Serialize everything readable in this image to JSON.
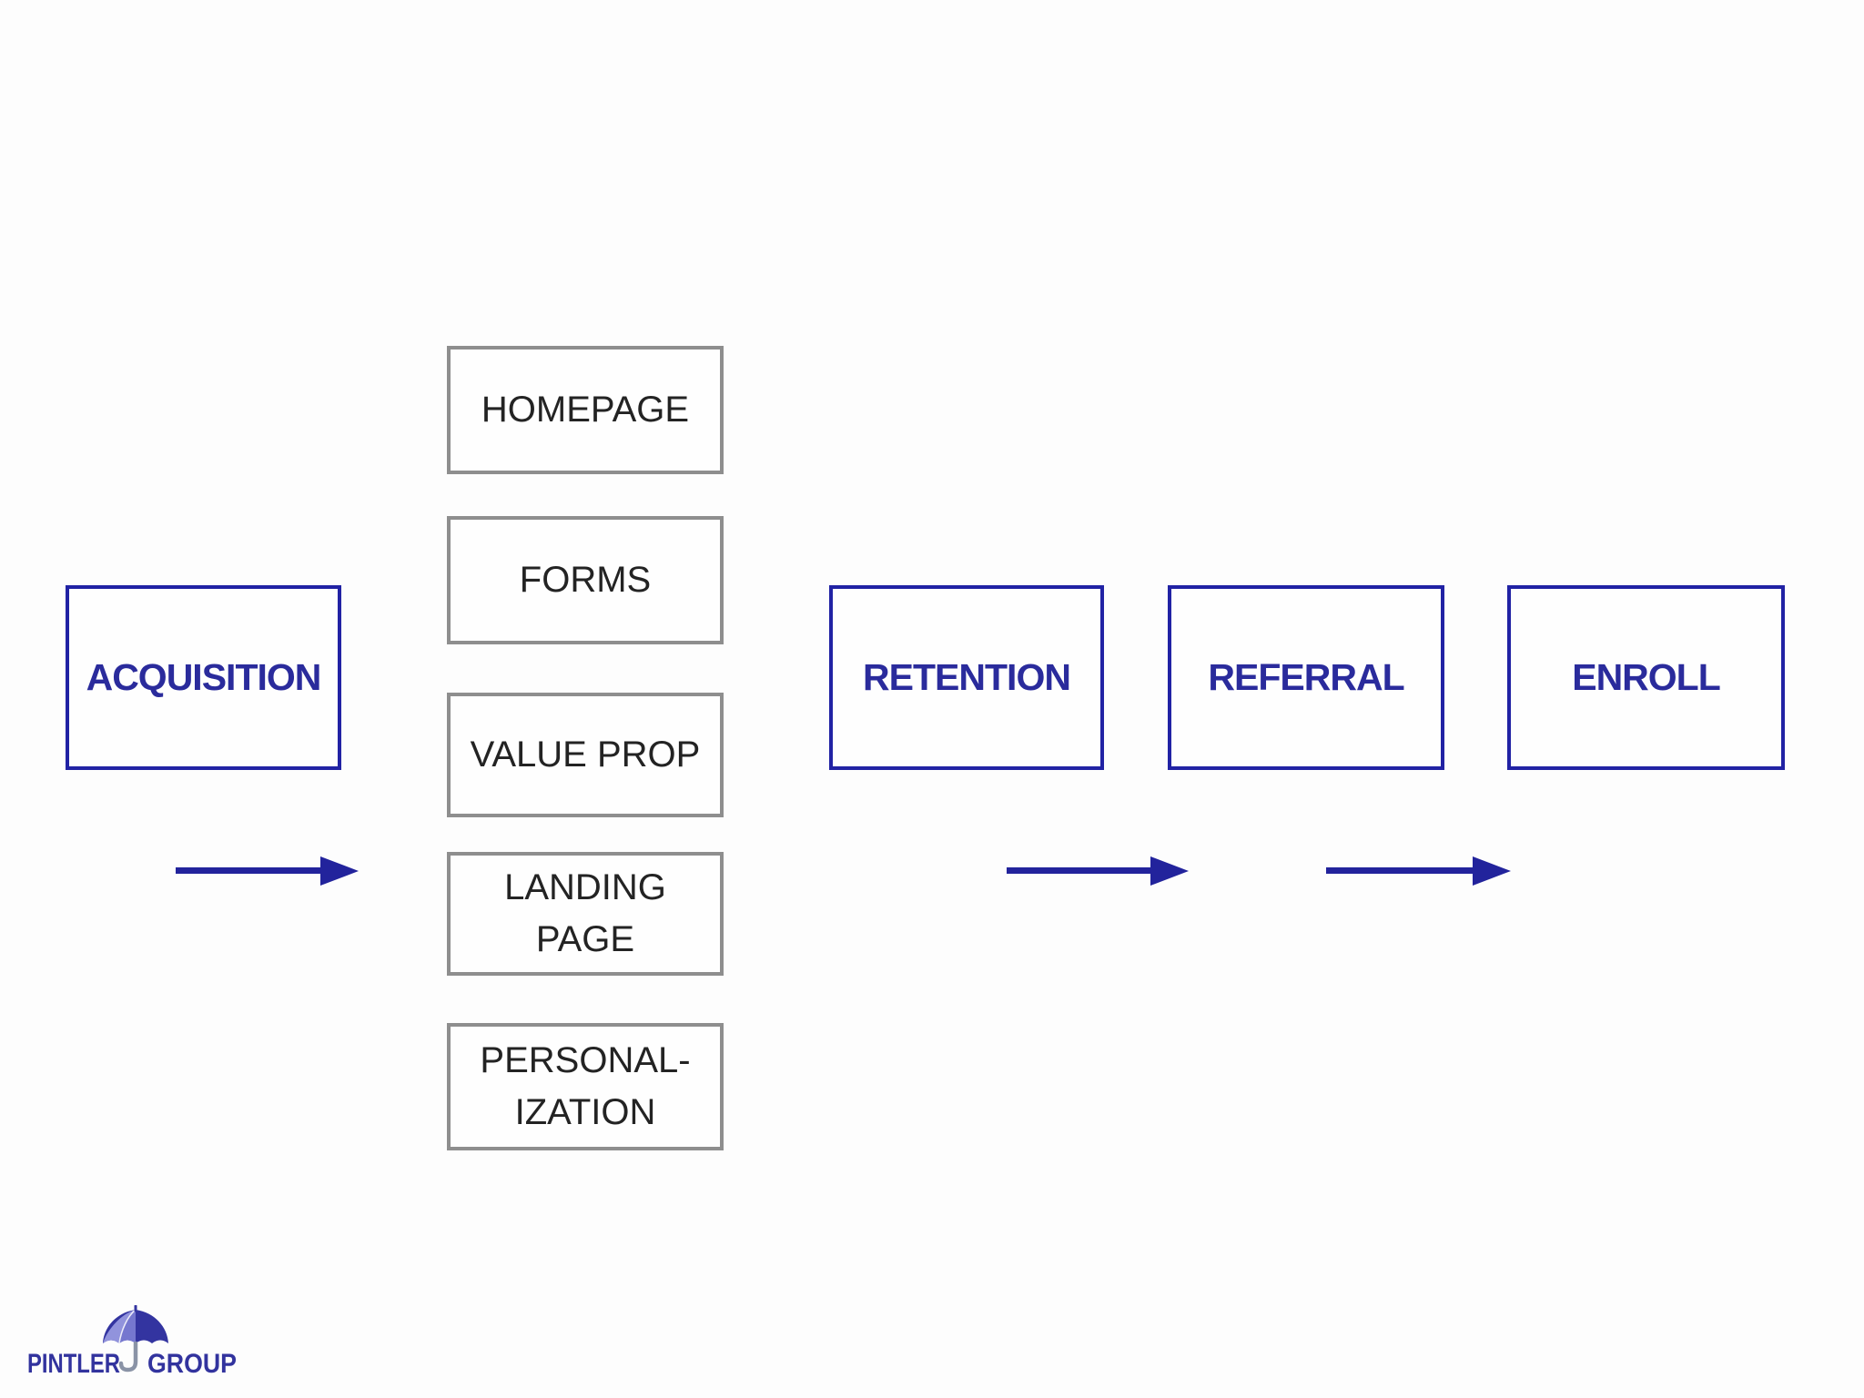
{
  "slide": {
    "background": "#fdfdfd"
  },
  "colors": {
    "stage_border": "#2122a4",
    "stage_text": "#2a2b9c",
    "tactic_border": "#8e8e8e",
    "tactic_text": "#232323",
    "arrow": "#22239c",
    "logo_text": "#32339e",
    "umbrella_dark": "#3334a0",
    "umbrella_mid": "#7577cf",
    "umbrella_light": "#9193dc",
    "umbrella_handle": "#8a93a6"
  },
  "stages": [
    {
      "label": "ACQUISITION"
    },
    {
      "label": "RETENTION"
    },
    {
      "label": "REFERRAL"
    },
    {
      "label": "ENROLL"
    }
  ],
  "tactics": [
    {
      "label": "HOMEPAGE"
    },
    {
      "label": "FORMS"
    },
    {
      "label": "VALUE PROP"
    },
    {
      "label": "LANDING\nPAGE"
    },
    {
      "label": "PERSONAL-\nIZATION"
    }
  ],
  "arrows": [
    {
      "name": "acquisition-to-tactics",
      "direction": "right"
    },
    {
      "name": "retention-to-referral",
      "direction": "right"
    },
    {
      "name": "referral-to-enroll",
      "direction": "right"
    }
  ],
  "logo": {
    "word1": "PINTLER",
    "word2": "GROUP",
    "icon": "umbrella-icon"
  }
}
